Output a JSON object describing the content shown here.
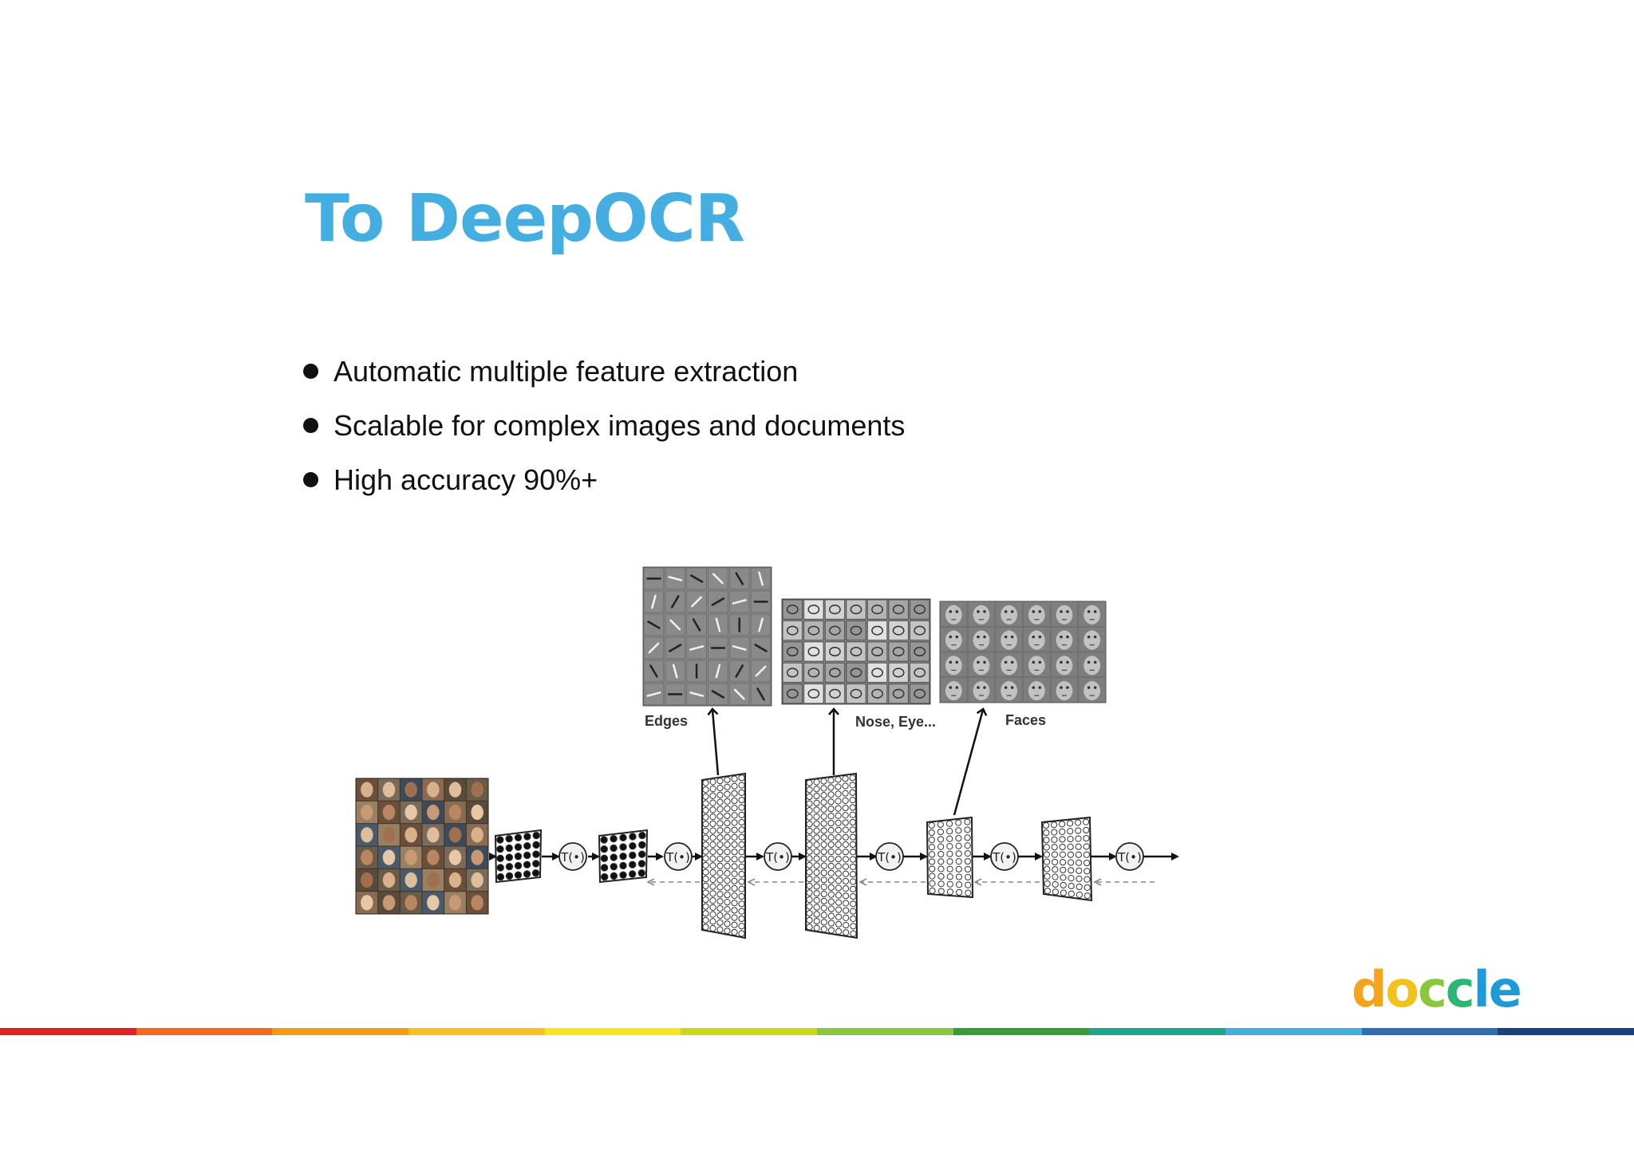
{
  "slide": {
    "title": "To DeepOCR",
    "title_color": "#45aee0",
    "bullets": [
      "Automatic multiple feature extraction",
      "Scalable for complex images and documents",
      "High accuracy 90%+"
    ]
  },
  "diagram": {
    "feature_labels": [
      "Edges",
      "Nose, Eye...",
      "Faces"
    ],
    "transform_label": "T(•)"
  },
  "logo": {
    "text": "doccle",
    "letter_colors": [
      "#f5a31a",
      "#f2c21b",
      "#8cc63f",
      "#2bb673",
      "#1e9ad6",
      "#1e9ad6"
    ]
  },
  "footer_stripe_colors": [
    "#e31e24",
    "#ef6a1c",
    "#f49a1a",
    "#fbc11a",
    "#f6e91a",
    "#c8d81e",
    "#8cc63f",
    "#3a9a3e",
    "#1fa58f",
    "#45aee0",
    "#2e6eb5",
    "#1c3f7d"
  ]
}
